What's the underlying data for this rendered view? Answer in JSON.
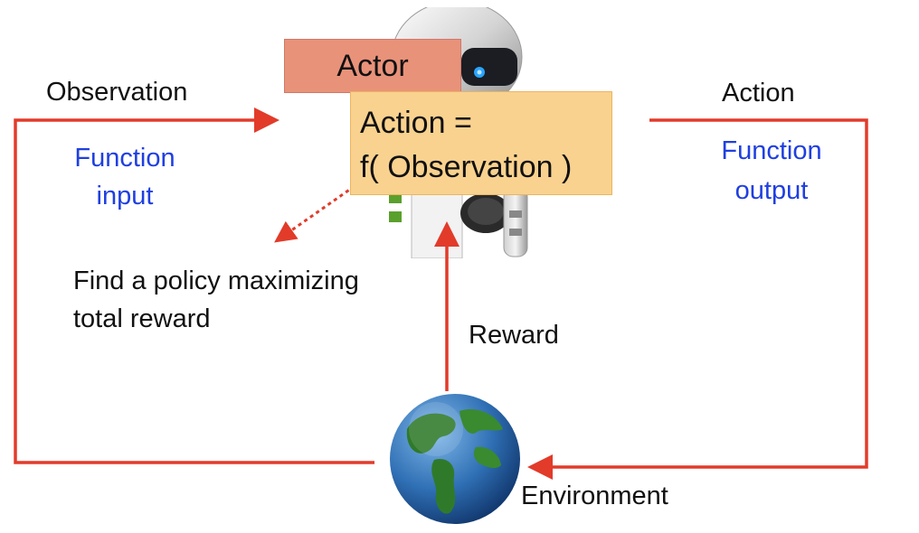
{
  "actor": {
    "title": "Actor",
    "formula_line1": "Action =",
    "formula_line2": "f( Observation )"
  },
  "labels": {
    "observation": "Observation",
    "function_input_line1": "Function",
    "function_input_line2": "input",
    "action": "Action",
    "function_output_line1": "Function",
    "function_output_line2": "output",
    "policy_line1": "Find a policy maximizing",
    "policy_line2": "total reward",
    "reward": "Reward",
    "environment": "Environment"
  },
  "colors": {
    "arrow": "#e23b2a",
    "function_text": "#1f3fe0",
    "actor_box": "#e9927a",
    "formula_box": "#f9d28f"
  },
  "icons": [
    "robot-icon",
    "globe-icon"
  ]
}
